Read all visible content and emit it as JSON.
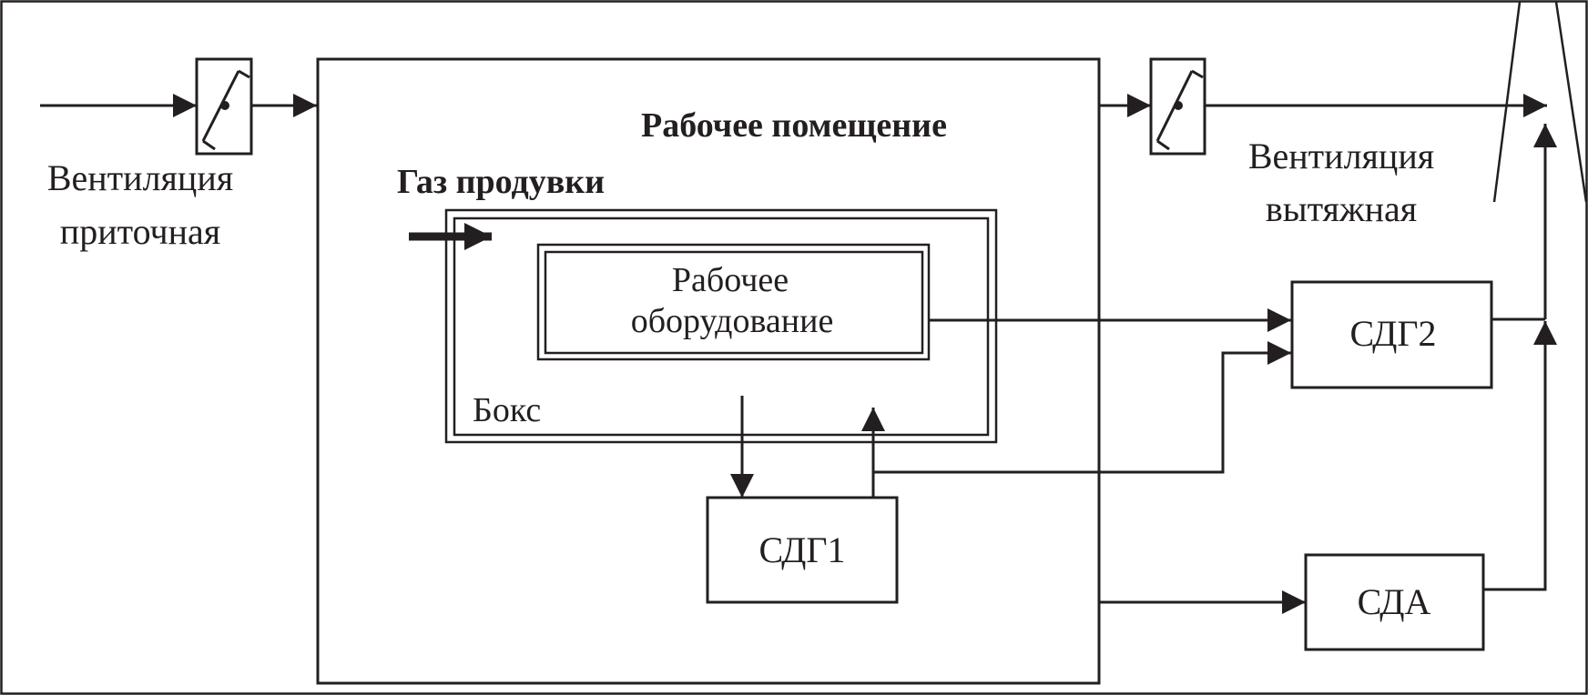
{
  "labels": {
    "supply_vent_line1": "Вентиляция",
    "supply_vent_line2": "приточная",
    "workroom": "Рабочее помещение",
    "purge_gas": "Газ продувки",
    "equipment_line1": "Рабочее",
    "equipment_line2": "оборудование",
    "box": "Бокс",
    "sdg1": "СДГ1",
    "sdg2": "СДГ2",
    "sda": "СДА",
    "exhaust_vent_line1": "Вентиляция",
    "exhaust_vent_line2": "вытяжная"
  },
  "colors": {
    "ink": "#231f20",
    "background": "#ffffff"
  }
}
